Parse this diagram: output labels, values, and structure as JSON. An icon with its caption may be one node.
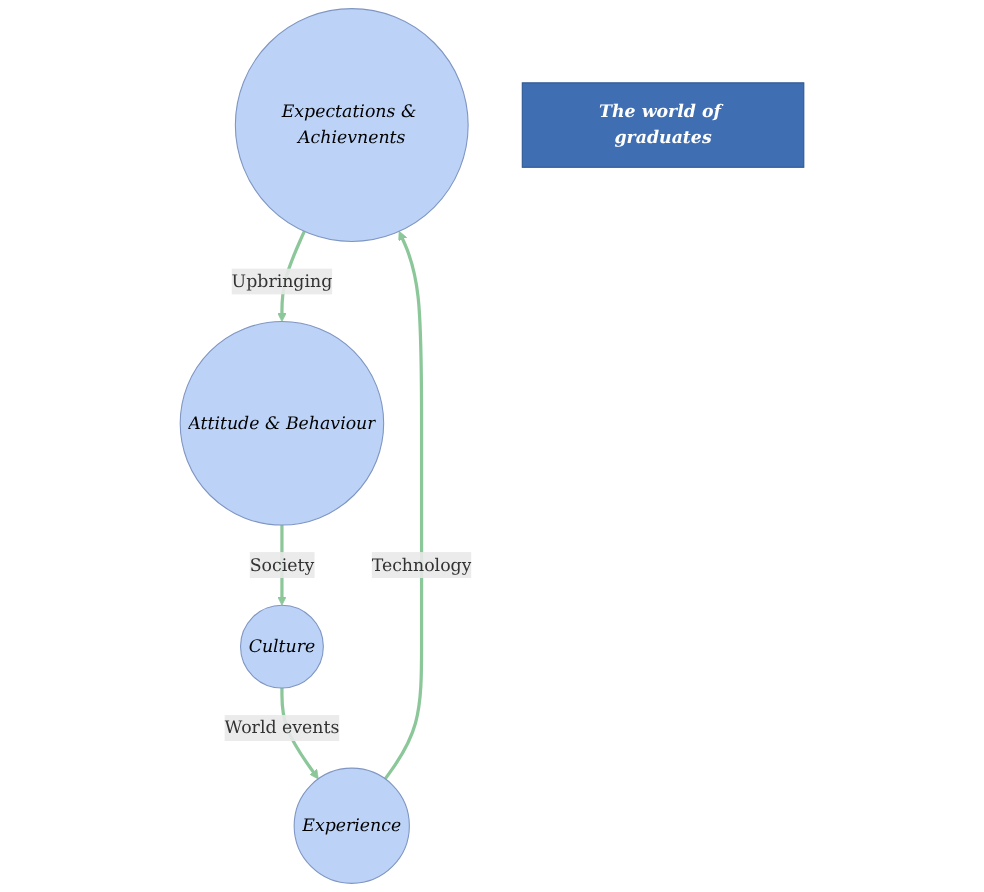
{
  "diagram": {
    "nodes": [
      {
        "text": [
          "Expectations & Achievnents"
        ]
      },
      {
        "text": [
          "Attitude & Behaviour"
        ]
      },
      {
        "text": [
          "The world of graduates"
        ]
      },
      {
        "text": [
          "Experience"
        ]
      },
      {
        "text": [
          "Culture"
        ]
      }
    ],
    "edges": [
      {
        "from": 0,
        "to": 1,
        "arrow": "to",
        "label": "Upbringing"
      },
      {
        "from": 3,
        "to": 0,
        "arrow": "to",
        "label": "Technology"
      },
      {
        "from": 1,
        "to": 4,
        "arrow": "to",
        "label": "Society"
      },
      {
        "from": 4,
        "to": 3,
        "arrow": "to",
        "label": "World events"
      }
    ]
  }
}
